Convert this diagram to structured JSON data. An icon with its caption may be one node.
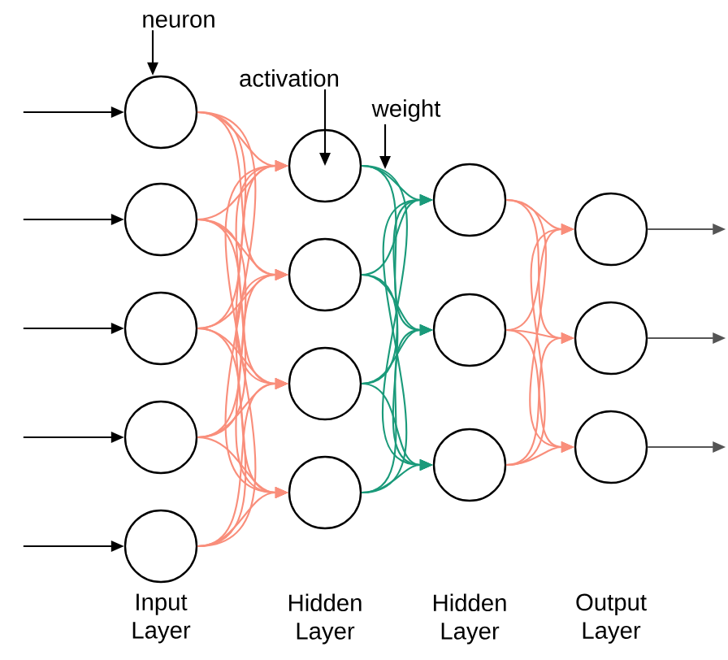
{
  "diagram": {
    "nodes": [
      {
        "text": [
          "neuron"
        ]
      },
      {
        "text": [
          "activation"
        ]
      },
      {
        "text": [
          "weight"
        ]
      },
      {
        "text": [],
        "shape": "circle"
      },
      {
        "text": [],
        "shape": "circle"
      },
      {
        "text": [],
        "shape": "circle"
      },
      {
        "text": [],
        "shape": "circle"
      },
      {
        "text": [],
        "shape": "circle"
      },
      {
        "text": [],
        "shape": "circle"
      },
      {
        "text": [],
        "shape": "circle"
      },
      {
        "text": [],
        "shape": "circle"
      },
      {
        "text": [],
        "shape": "circle"
      },
      {
        "text": [],
        "shape": "circle"
      },
      {
        "text": [],
        "shape": "circle"
      },
      {
        "text": [],
        "shape": "circle"
      },
      {
        "text": [],
        "shape": "circle"
      },
      {
        "text": [],
        "shape": "circle"
      },
      {
        "text": [],
        "shape": "circle"
      }
    ],
    "edges": [
      {
        "from": 0,
        "to": 3,
        "arrow": "to",
        "color": "#000000"
      },
      {
        "from": 1,
        "to": 8,
        "arrow": "to",
        "color": "#000000"
      },
      {
        "from": 2,
        "to": null,
        "arrow": "to",
        "color": "#000000"
      },
      {
        "from": null,
        "to": 3,
        "arrow": "to",
        "color": "#000000"
      },
      {
        "from": null,
        "to": 4,
        "arrow": "to",
        "color": "#000000"
      },
      {
        "from": null,
        "to": 5,
        "arrow": "to",
        "color": "#000000"
      },
      {
        "from": null,
        "to": 6,
        "arrow": "to",
        "color": "#000000"
      },
      {
        "from": null,
        "to": 7,
        "arrow": "to",
        "color": "#000000"
      },
      {
        "from": 3,
        "to": 8,
        "arrow": "to"
      },
      {
        "from": 3,
        "to": 9,
        "arrow": "to"
      },
      {
        "from": 3,
        "to": 10,
        "arrow": "to"
      },
      {
        "from": 3,
        "to": 11,
        "arrow": "to"
      },
      {
        "from": 4,
        "to": 8,
        "arrow": "to"
      },
      {
        "from": 4,
        "to": 9,
        "arrow": "to"
      },
      {
        "from": 4,
        "to": 10,
        "arrow": "to"
      },
      {
        "from": 4,
        "to": 11,
        "arrow": "to"
      },
      {
        "from": 5,
        "to": 8,
        "arrow": "to"
      },
      {
        "from": 5,
        "to": 9,
        "arrow": "to"
      },
      {
        "from": 5,
        "to": 10,
        "arrow": "to"
      },
      {
        "from": 5,
        "to": 11,
        "arrow": "to"
      },
      {
        "from": 6,
        "to": 8,
        "arrow": "to"
      },
      {
        "from": 6,
        "to": 9,
        "arrow": "to"
      },
      {
        "from": 6,
        "to": 10,
        "arrow": "to"
      },
      {
        "from": 6,
        "to": 11,
        "arrow": "to"
      },
      {
        "from": 7,
        "to": 8,
        "arrow": "to"
      },
      {
        "from": 7,
        "to": 9,
        "arrow": "to"
      },
      {
        "from": 7,
        "to": 10,
        "arrow": "to"
      },
      {
        "from": 7,
        "to": 11,
        "arrow": "to"
      },
      {
        "from": 8,
        "to": 12,
        "arrow": "to",
        "color": "#1a9a7a"
      },
      {
        "from": 8,
        "to": 13,
        "arrow": "to",
        "color": "#1a9a7a"
      },
      {
        "from": 8,
        "to": 14,
        "arrow": "to",
        "color": "#1a9a7a"
      },
      {
        "from": 9,
        "to": 12,
        "arrow": "to",
        "color": "#1a9a7a"
      },
      {
        "from": 9,
        "to": 13,
        "arrow": "to",
        "color": "#1a9a7a"
      },
      {
        "from": 9,
        "to": 14,
        "arrow": "to",
        "color": "#1a9a7a"
      },
      {
        "from": 10,
        "to": 12,
        "arrow": "to",
        "color": "#1a9a7a"
      },
      {
        "from": 10,
        "to": 13,
        "arrow": "to",
        "color": "#1a9a7a"
      },
      {
        "from": 10,
        "to": 14,
        "arrow": "to",
        "color": "#1a9a7a"
      },
      {
        "from": 11,
        "to": 12,
        "arrow": "to",
        "color": "#1a9a7a"
      },
      {
        "from": 11,
        "to": 13,
        "arrow": "to",
        "color": "#1a9a7a"
      },
      {
        "from": 11,
        "to": 14,
        "arrow": "to",
        "color": "#1a9a7a"
      },
      {
        "from": 12,
        "to": 15,
        "arrow": "to"
      },
      {
        "from": 12,
        "to": 16,
        "arrow": "to"
      },
      {
        "from": 12,
        "to": 17,
        "arrow": "to"
      },
      {
        "from": 13,
        "to": 15,
        "arrow": "to"
      },
      {
        "from": 13,
        "to": 16,
        "arrow": "to"
      },
      {
        "from": 13,
        "to": 17,
        "arrow": "to"
      },
      {
        "from": 14,
        "to": 15,
        "arrow": "to"
      },
      {
        "from": 14,
        "to": 16,
        "arrow": "to"
      },
      {
        "from": 14,
        "to": 17,
        "arrow": "to"
      },
      {
        "from": 15,
        "to": null,
        "arrow": "to",
        "color": "#555555"
      },
      {
        "from": 16,
        "to": null,
        "arrow": "to",
        "color": "#555555"
      },
      {
        "from": 17,
        "to": null,
        "arrow": "to",
        "color": "#555555"
      }
    ],
    "labels": [
      "Input Layer",
      "Hidden Layer",
      "Hidden Layer",
      "Output Layer"
    ]
  }
}
